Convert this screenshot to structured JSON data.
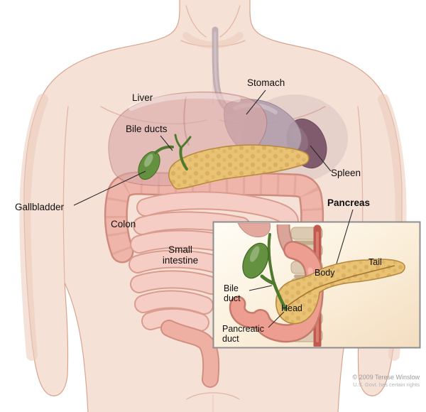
{
  "labels": {
    "stomach": "Stomach",
    "liver": "Liver",
    "bile_ducts": "Bile ducts",
    "spleen": "Spleen",
    "gallbladder": "Gallbladder",
    "pancreas": "Pancreas",
    "colon": "Colon",
    "small_intestine": "Small intestine"
  },
  "inset_labels": {
    "bile_duct": "Bile duct",
    "body": "Body",
    "tail": "Tail",
    "head": "Head",
    "pancreatic_duct": "Pancreatic duct"
  },
  "credit": {
    "line1": "© 2009 Terese Winslow",
    "line2": "U.S. Govt. has certain rights"
  },
  "colors": {
    "skin": "#f6e1d7",
    "liver": "#d9a7a5",
    "stomach": "#b4a0ad",
    "spleen": "#7f5b6d",
    "pancreas": "#e9c274",
    "gallbladder": "#649140",
    "bile_duct_green": "#4f7a2e",
    "colon": "#efb5aa",
    "small_intestine": "#f5cdc4",
    "duodenum": "#ee9e90",
    "inset_border": "#8d8d8d"
  }
}
